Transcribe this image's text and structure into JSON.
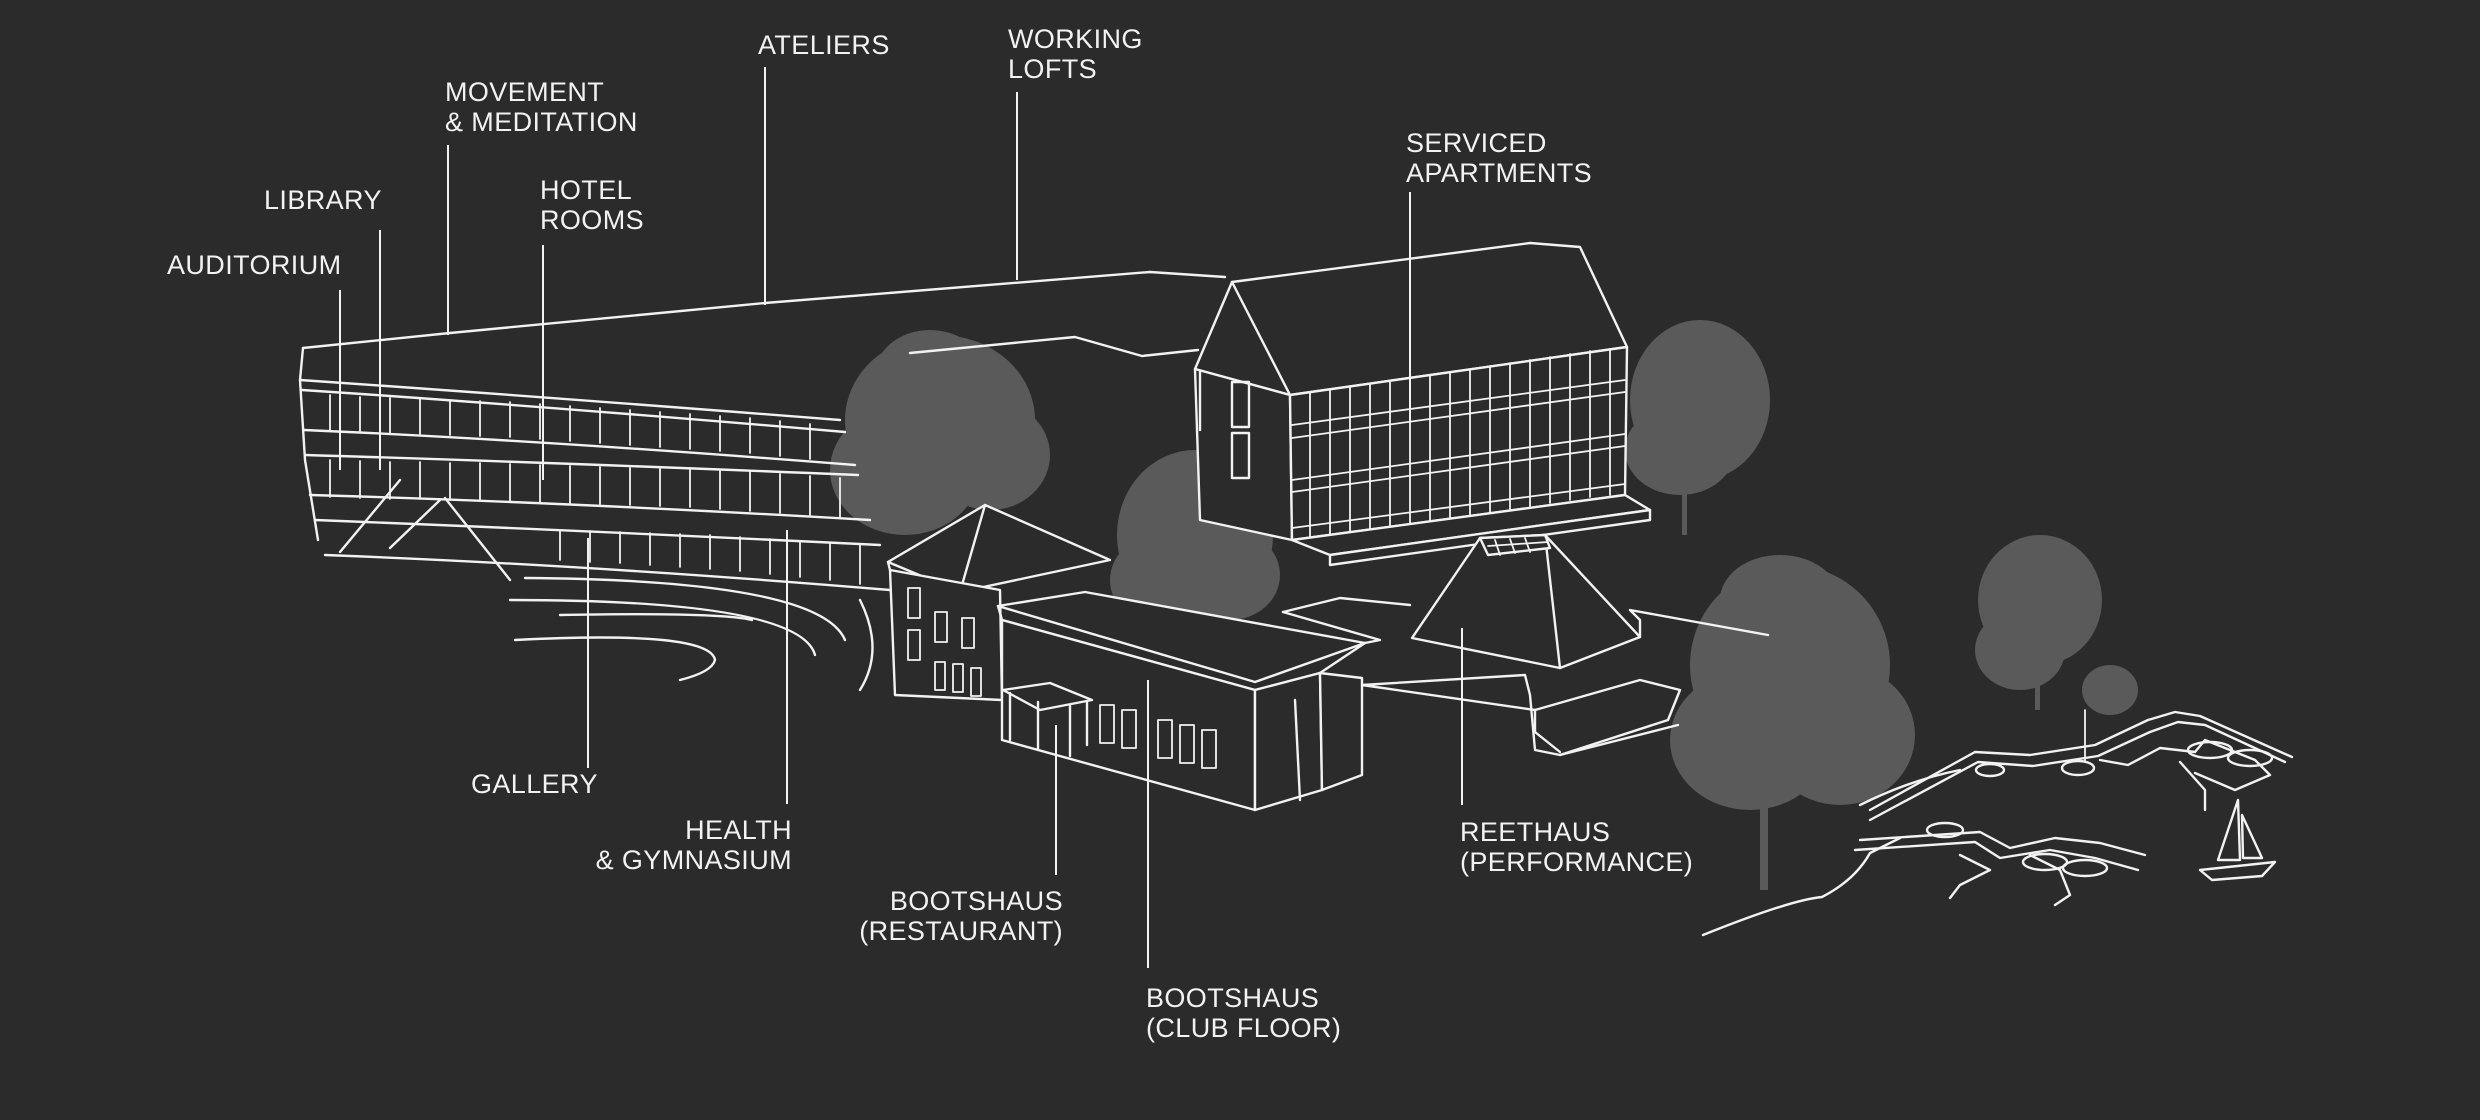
{
  "labels": {
    "auditorium": "AUDITORIUM",
    "library": "LIBRARY",
    "movement": "MOVEMENT\n& MEDITATION",
    "hotel_rooms": "HOTEL\nROOMS",
    "ateliers": "ATELIERS",
    "working_lofts": "WORKING\nLOFTS",
    "serviced_apartments": "SERVICED\nAPARTMENTS",
    "gallery": "GALLERY",
    "health_gymnasium": "HEALTH\n& GYMNASIUM",
    "bootshaus_restaurant": "BOOTSHAUS\n(RESTAURANT)",
    "bootshaus_club_floor": "BOOTSHAUS\n(CLUB FLOOR)",
    "reethaus": "REETHAUS\n(PERFORMANCE)"
  },
  "colors": {
    "background": "#2b2b2b",
    "line": "#f2f2f2",
    "tree": "#5a5a5a"
  }
}
